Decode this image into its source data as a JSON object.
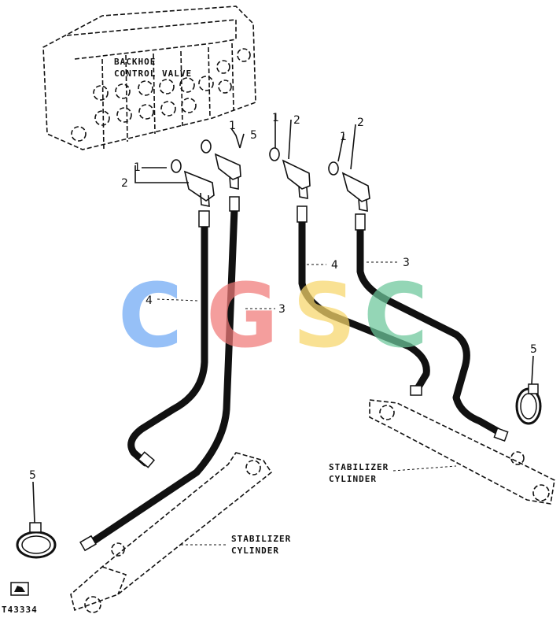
{
  "valve": {
    "line1": "BACKHOE",
    "line2": "CONTROL VALVE"
  },
  "callouts": {
    "c1": "1",
    "c2": "2",
    "c3": "3",
    "c4": "4",
    "c5": "5"
  },
  "stabilizer": {
    "line1": "STABILIZER",
    "line2": "CYLINDER"
  },
  "figure_id": "T43334",
  "watermark": {
    "letters": [
      "C",
      "G",
      "S",
      "C"
    ],
    "colors": [
      "#6fa8f5",
      "#f07a78",
      "#f7d66a",
      "#6cc79a"
    ]
  }
}
